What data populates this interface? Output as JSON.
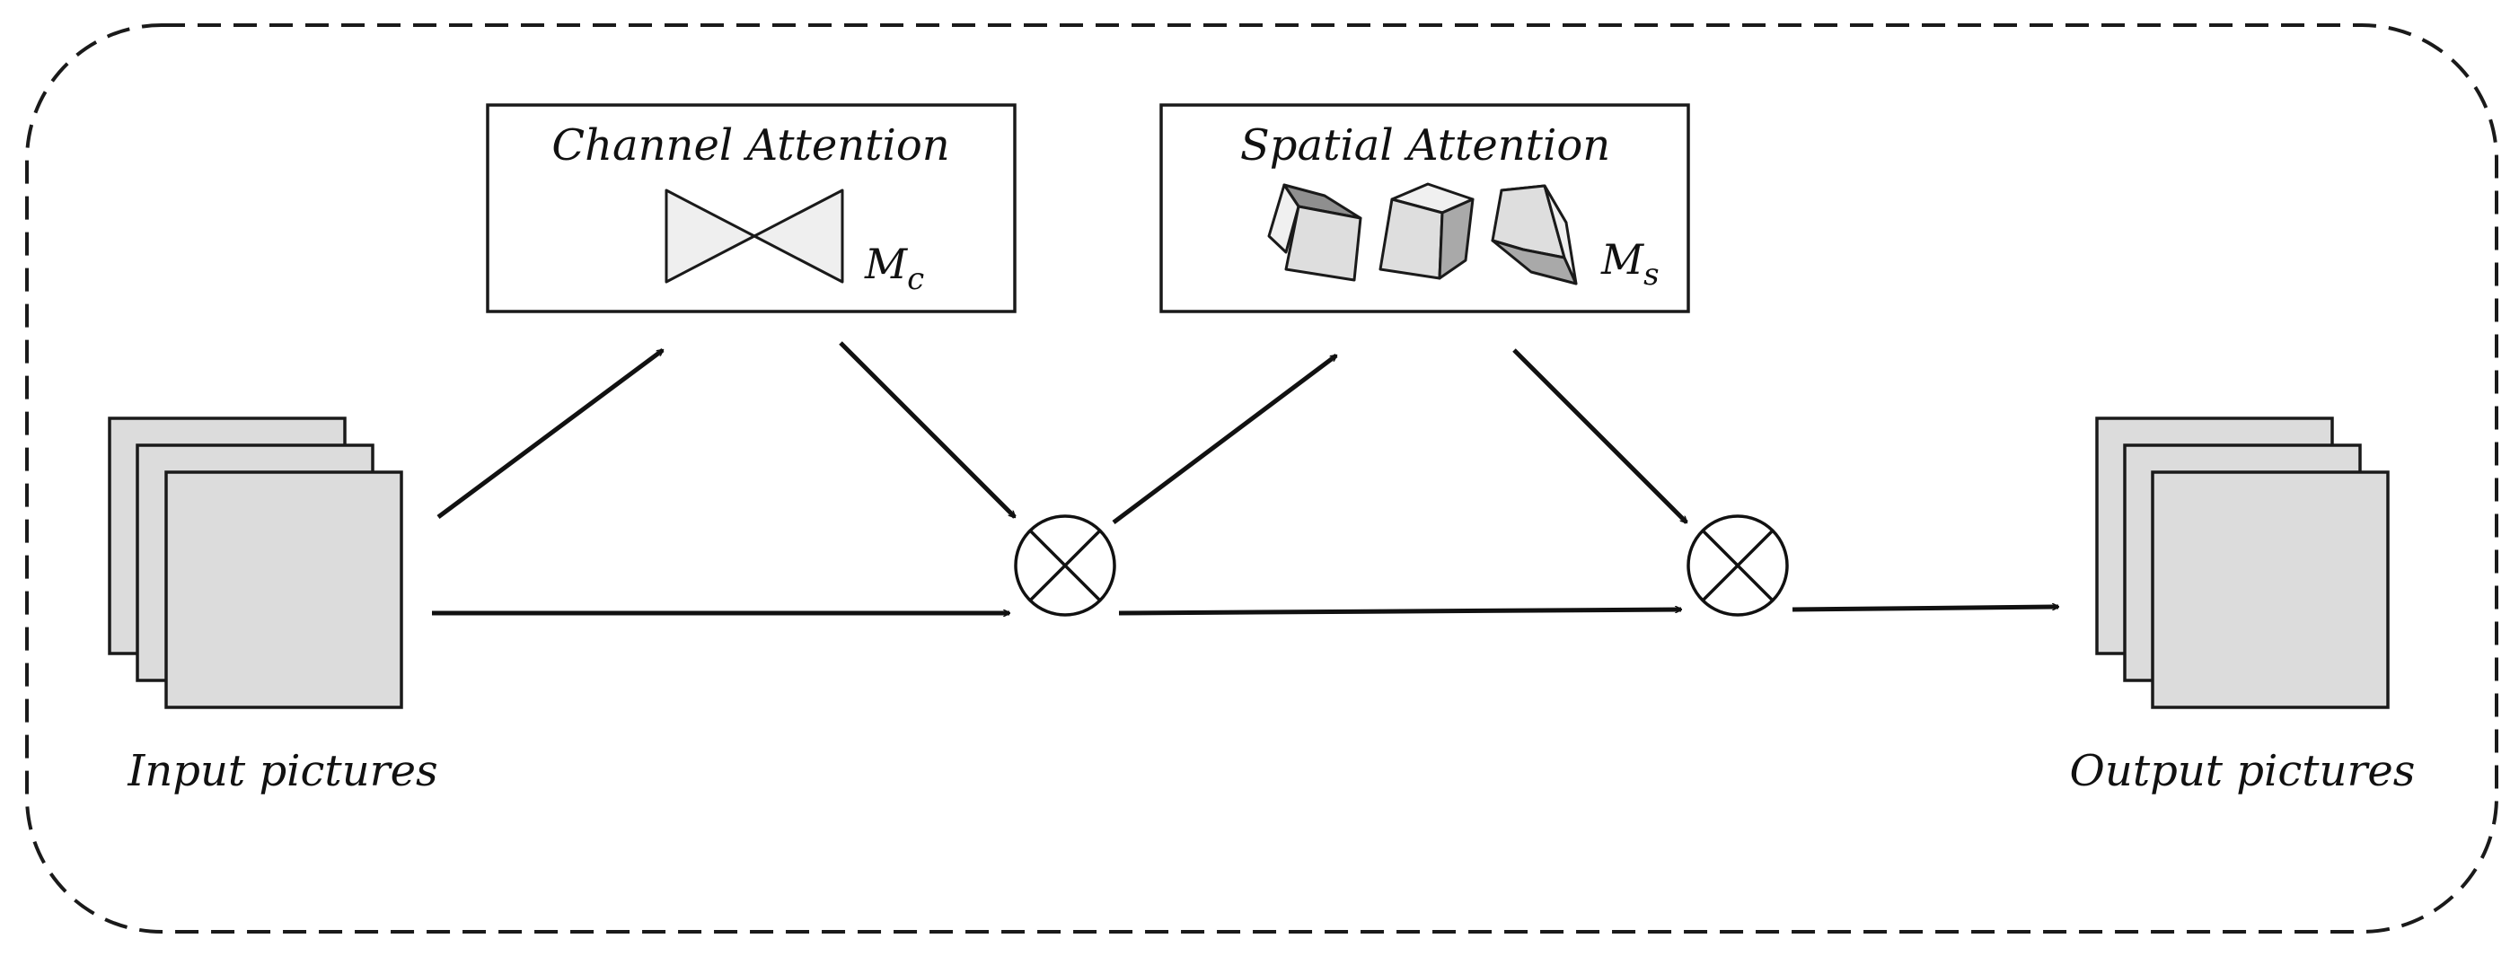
{
  "diagram": {
    "channel_attention": {
      "title": "Channel Attention",
      "symbol": "M",
      "symbol_subscript": "c"
    },
    "spatial_attention": {
      "title": "Spatial Attention",
      "symbol": "M",
      "symbol_subscript": "s"
    },
    "input_label": "Input pictures",
    "output_label": "Output pictures",
    "operator_symbol": "element-wise multiplication",
    "colors": {
      "stroke": "#111111",
      "sheet_fill": "#dcdcdc",
      "box_fill": "#ffffff"
    }
  }
}
